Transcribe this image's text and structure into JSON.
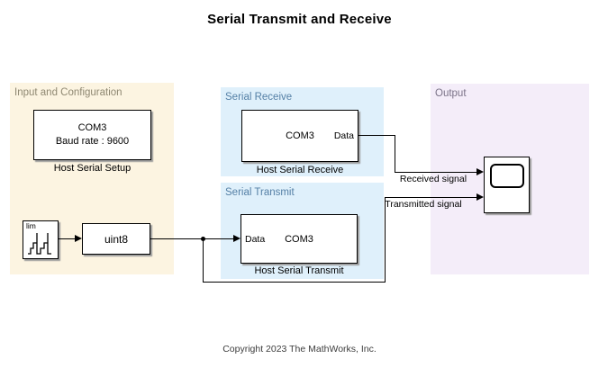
{
  "title": "Serial Transmit and Receive",
  "copyright": "Copyright 2023 The MathWorks, Inc.",
  "colors": {
    "input_area_bg": "#fcf4e1",
    "blue_area_bg": "#dff0fb",
    "output_area_bg": "#f4edf9",
    "input_title": "#8f8872",
    "blue_title": "#5580a6",
    "output_title": "#7b7388",
    "line": "#000000"
  },
  "areas": {
    "input": {
      "label": "Input and Configuration"
    },
    "receive": {
      "label": "Serial Receive"
    },
    "transmit": {
      "label": "Serial Transmit"
    },
    "output": {
      "label": "Output"
    }
  },
  "blocks": {
    "host_serial_setup": {
      "line1": "COM3",
      "line2": "Baud rate : 9600",
      "label": "Host Serial Setup"
    },
    "counter_limited": {
      "icon_text": "lim"
    },
    "data_type_conversion": {
      "text": "uint8"
    },
    "host_serial_receive": {
      "com": "COM3",
      "out_port": "Data",
      "label": "Host Serial Receive"
    },
    "host_serial_transmit": {
      "in_port": "Data",
      "com": "COM3",
      "label": "Host Serial Transmit"
    }
  },
  "signal_labels": {
    "received": "Received signal",
    "transmitted": "Transmitted signal"
  }
}
